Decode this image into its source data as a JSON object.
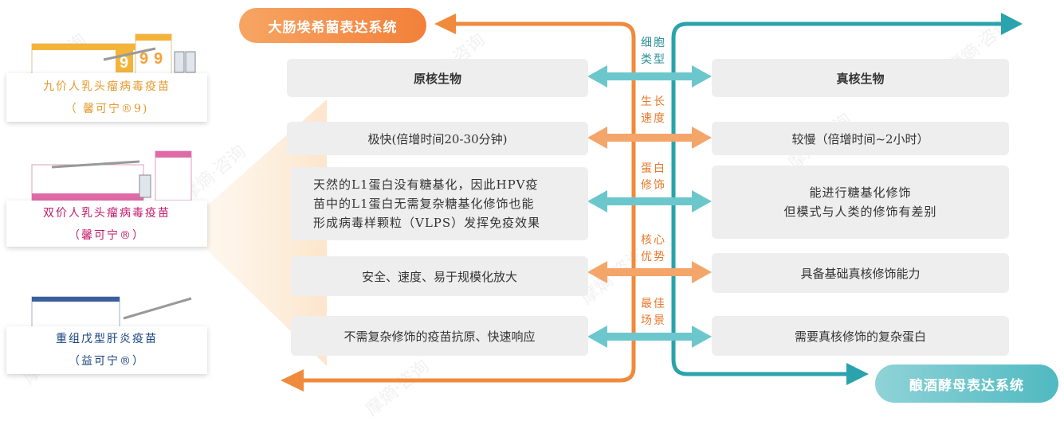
{
  "systems": {
    "ecoli": "大肠埃希菌表达系统",
    "yeast": "酿酒酵母表达系统"
  },
  "products": [
    {
      "name": "九价人乳头瘤病毒疫苗",
      "brand": "（ 馨可宁®9)",
      "color": "#e39a2e"
    },
    {
      "name": "双价人乳头瘤病毒疫苗",
      "brand": "（馨可宁®）",
      "color": "#c2186b"
    },
    {
      "name": "重组戊型肝炎疫苗",
      "brand": "（益可宁®）",
      "color": "#16437e"
    }
  ],
  "center_labels": [
    {
      "line1": "细胞",
      "line2": "类型",
      "color": "#2c8f97"
    },
    {
      "line1": "生长",
      "line2": "速度",
      "color": "#e8782c"
    },
    {
      "line1": "蛋白",
      "line2": "修饰",
      "color": "#e8782c"
    },
    {
      "line1": "核心",
      "line2": "优势",
      "color": "#e8782c"
    },
    {
      "line1": "最佳",
      "line2": "场景",
      "color": "#e8782c"
    }
  ],
  "rows": {
    "left": [
      {
        "lines": [
          "原核生物"
        ]
      },
      {
        "lines": [
          "极快(倍增时间20-30分钟)"
        ]
      },
      {
        "lines": [
          "天然的L1蛋白没有糖基化，因此HPV疫",
          "苗中的L1蛋白无需复杂糖基化修饰也能",
          "形成病毒样颗粒（VLPS）发挥免疫效果"
        ]
      },
      {
        "lines": [
          "安全、速度、易于规模化放大"
        ]
      },
      {
        "lines": [
          "不需复杂修饰的疫苗抗原、快速响应"
        ]
      }
    ],
    "right": [
      {
        "lines": [
          "真核生物"
        ]
      },
      {
        "lines": [
          "较慢（倍增时间~2小时）"
        ]
      },
      {
        "lines": [
          "能进行糖基化修饰",
          "但模式与人类的修饰有差别"
        ]
      },
      {
        "lines": [
          "具备基础真核修饰能力"
        ]
      },
      {
        "lines": [
          "需要真核修饰的复杂蛋白"
        ]
      }
    ]
  },
  "image_texts": {
    "card1_digit": "9",
    "card1_digit2": "9",
    "card1_digit3": "9"
  },
  "colors": {
    "orange": "#f08a3c",
    "teal": "#2aa3ad",
    "box_bg": "#eeeeef"
  }
}
